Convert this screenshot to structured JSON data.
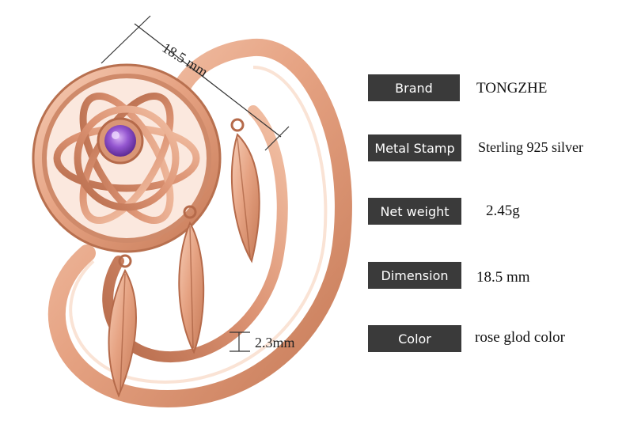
{
  "dimension_annotations": {
    "top_width": "18.5 mm",
    "band_width": "2.3mm"
  },
  "specs": [
    {
      "label": "Brand",
      "value": "TONGZHE"
    },
    {
      "label": "Metal Stamp",
      "value": "Sterling 925 silver"
    },
    {
      "label": "Net weight",
      "value": "2.45g"
    },
    {
      "label": "Dimension",
      "value": "18.5 mm"
    },
    {
      "label": "Color",
      "value": "rose glod color"
    }
  ],
  "colors": {
    "label_background": "#3a3a3a",
    "ring_rose_gold": "#e8a98a",
    "gem_purple": "#8a4fc8"
  }
}
